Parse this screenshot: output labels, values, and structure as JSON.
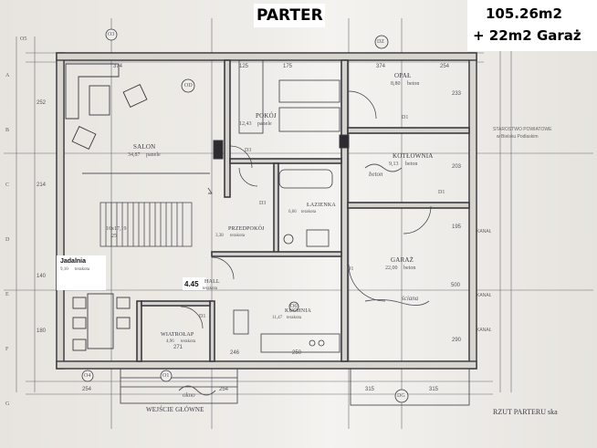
{
  "header": {
    "title": "PARTER",
    "area_total": "105.26m2",
    "area_garage": "+ 22m2 Garaż"
  },
  "plan_caption": "RZUT PARTERU ska",
  "rooms": {
    "salon": {
      "name": "SALON",
      "area": "34,87",
      "finish": "panele"
    },
    "pokoj": {
      "name": "POKÓJ",
      "area": "12,43",
      "finish": "panele"
    },
    "lazienka": {
      "name": "ŁAZIENKA",
      "area": "6,66",
      "finish": "terakota"
    },
    "przedpokoj": {
      "name": "PRZEDPOKÓJ",
      "area": "3,38",
      "finish": "terakota"
    },
    "jadalnia": {
      "name": "Jadalnia",
      "area": "9,10",
      "finish": "terakota"
    },
    "hall": {
      "name": "HALL",
      "area": "4.45",
      "finish": "terakota"
    },
    "kuchnia": {
      "name": "KUCHNIA",
      "area": "11,47",
      "finish": "terakota"
    },
    "wiatrolap": {
      "name": "WIATROŁAP",
      "area": "4,96",
      "finish": "terakota"
    },
    "opal": {
      "name": "OPAŁ",
      "area": "8,80",
      "finish": "beton"
    },
    "kotlownia": {
      "name": "KOTŁOWNIA",
      "area": "9,13",
      "finish": "beton"
    },
    "garaz": {
      "name": "GARAŻ",
      "area": "22,00",
      "finish": "beton"
    }
  },
  "entrance": "WEJŚCIE GŁÓWNE",
  "door_tags": {
    "d1": "D1",
    "d3": "D3"
  },
  "window_tags": {
    "o1": "O1",
    "o3": "O3",
    "o4": "O4",
    "o5": "O5",
    "o6": "O6",
    "od": "OD",
    "dg": "DG",
    "dz": "DZ"
  },
  "stair": {
    "steps": "16x17,19",
    "width": "25"
  },
  "dims": {
    "top_1": "374",
    "top_2": "125",
    "top_3": "175",
    "top_4": "374",
    "top_5": "254",
    "bot_1": "254",
    "bot_2": "254",
    "bot_3": "315",
    "bot_4": "315",
    "left_1": "252",
    "left_2": "214",
    "left_3": "140",
    "left_4": "180",
    "right_1": "233",
    "right_2": "203",
    "right_3": "195",
    "right_4": "500",
    "right_5": "290",
    "stair_w": "271",
    "hall_w": "246",
    "kitchen_w": "250"
  },
  "grid_letters": [
    "A",
    "B",
    "C",
    "D",
    "E",
    "F",
    "G"
  ],
  "side_notes": {
    "starostwo": "STAROSTWO POWIATOWE",
    "bielsk": "w Bielsku Podlaskim",
    "kanal_1": "KANAŁ",
    "kanal_2": "KANAŁ",
    "kanal_3": "KANAŁ"
  },
  "handwriting": {
    "note_1": "ściana",
    "note_2": "okno",
    "note_3": "beton"
  },
  "colors": {
    "ink": "#3a3a40",
    "paper": "#efede9",
    "overlay": "#ffffff"
  }
}
